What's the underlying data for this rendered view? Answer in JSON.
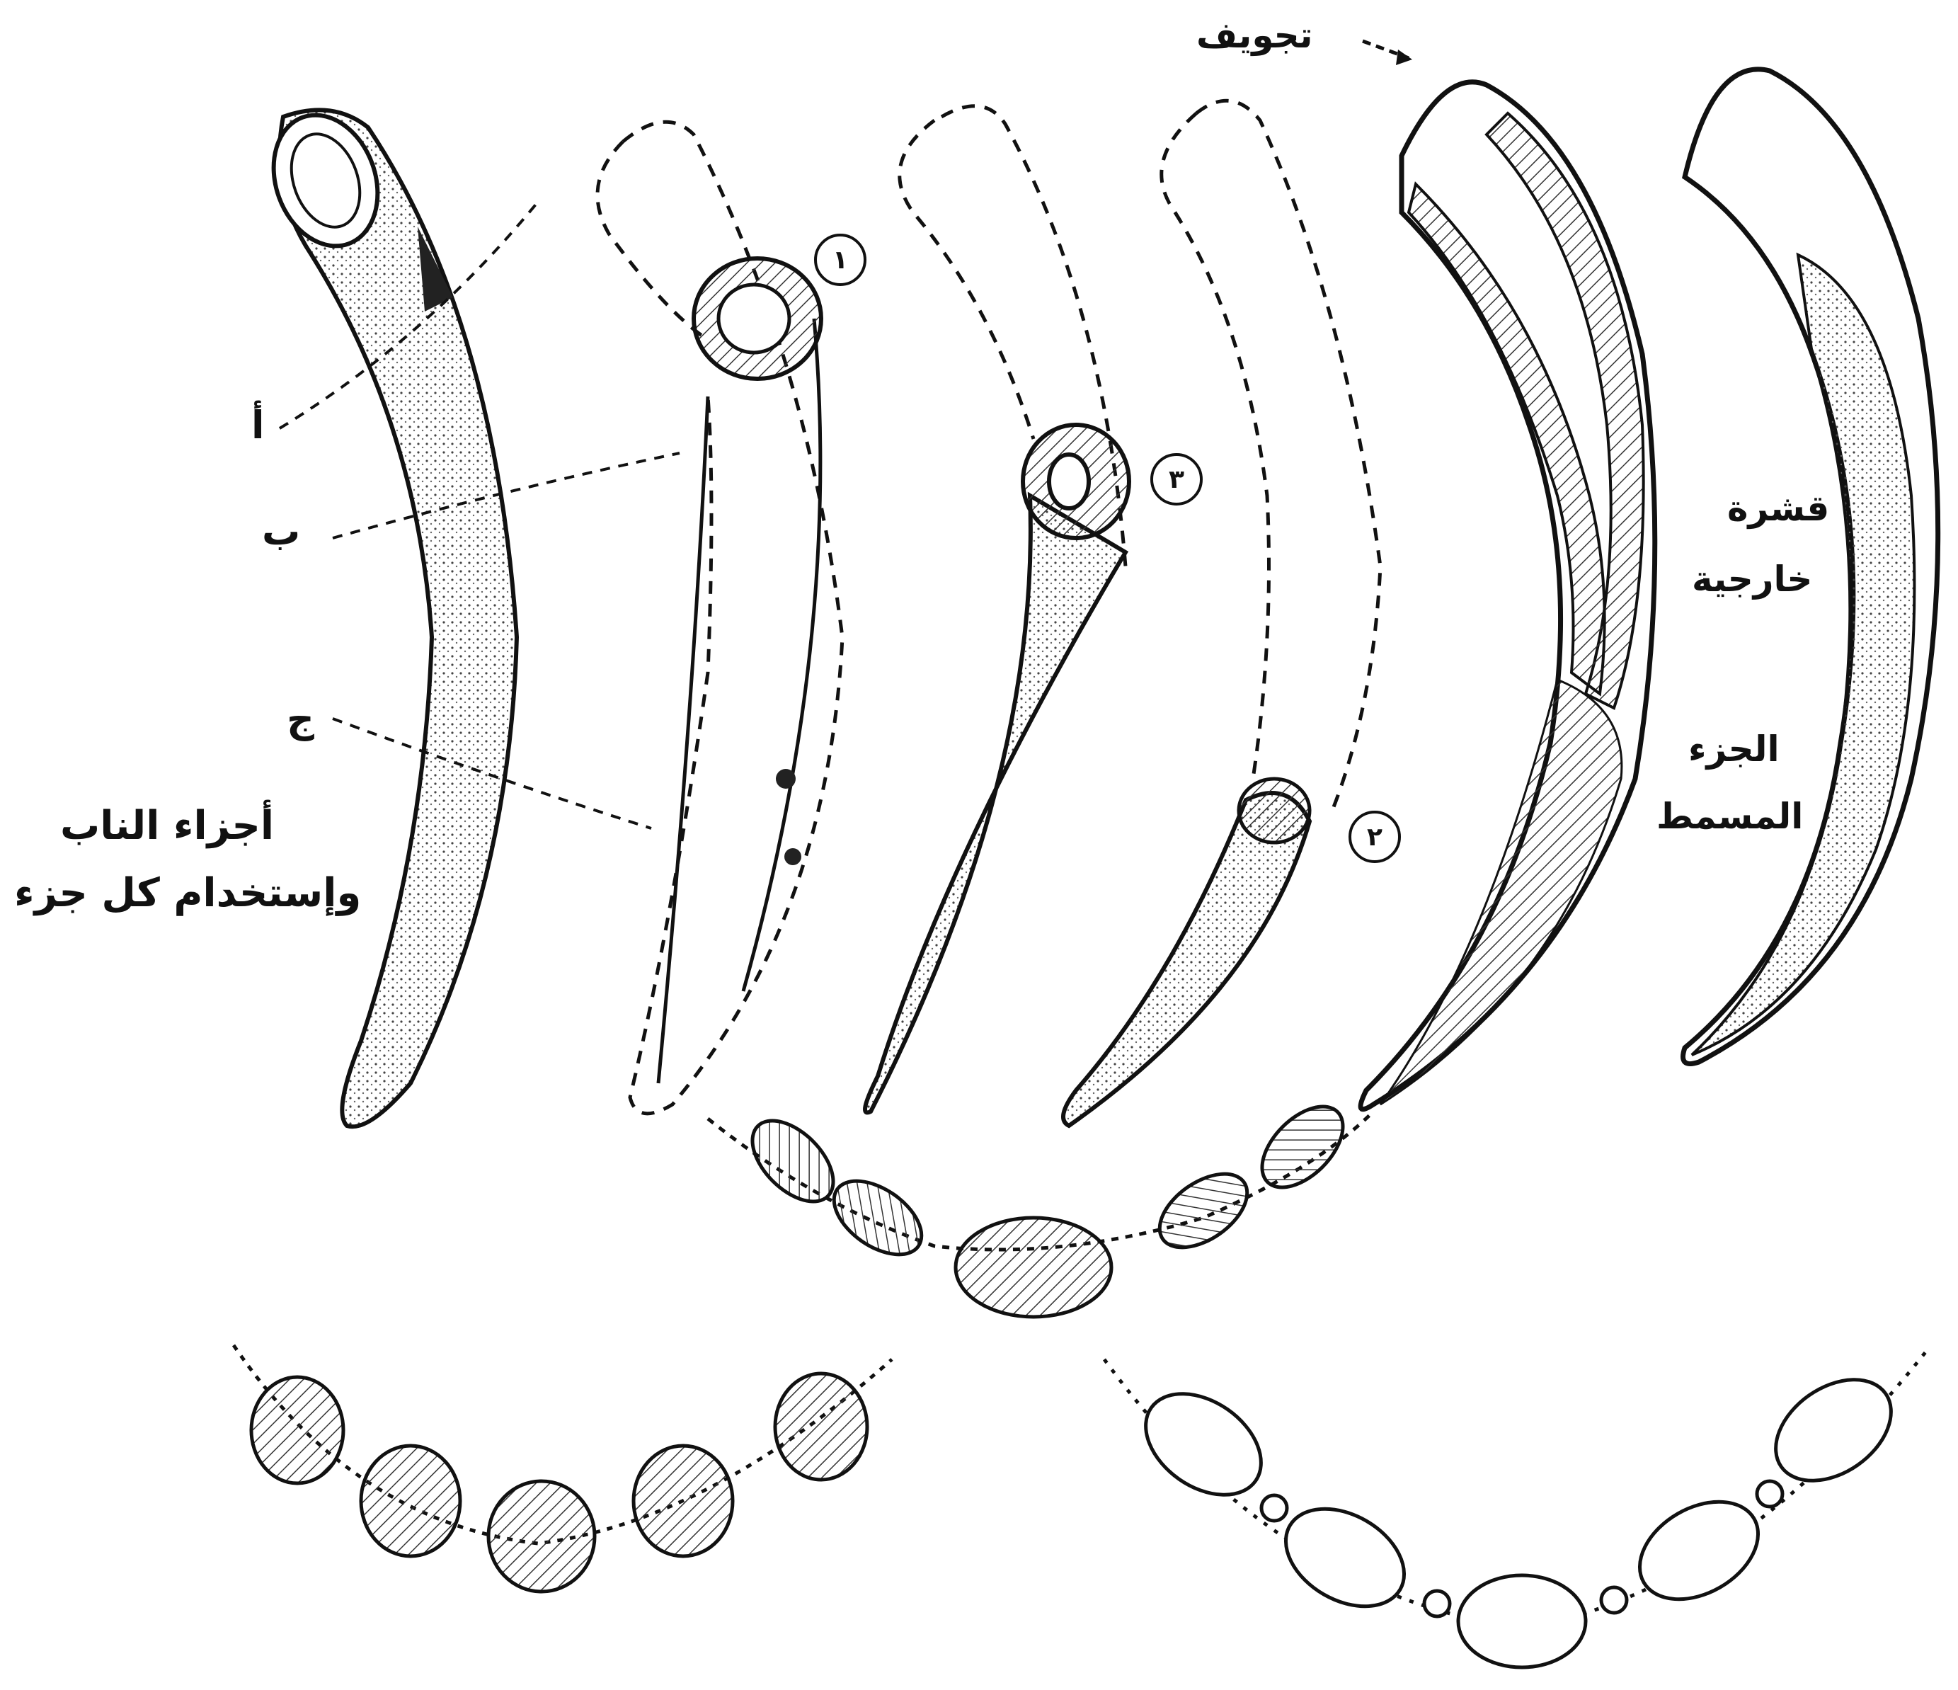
{
  "labels": {
    "cavity": "تجويف",
    "alif": "أ",
    "ba": "ب",
    "jim": "ج",
    "title_line1": "أجزاء الناب",
    "title_line2": "وإستخدام كل جزء",
    "outer_line1": "قشرة",
    "outer_line2": "خارجية",
    "solid_line1": "الجزء",
    "solid_line2": "المسمط"
  },
  "numbers": [
    "١",
    "٢",
    "٣"
  ],
  "colors": {
    "ink": "#111111",
    "hatch": "#333333",
    "background": "#ffffff"
  }
}
